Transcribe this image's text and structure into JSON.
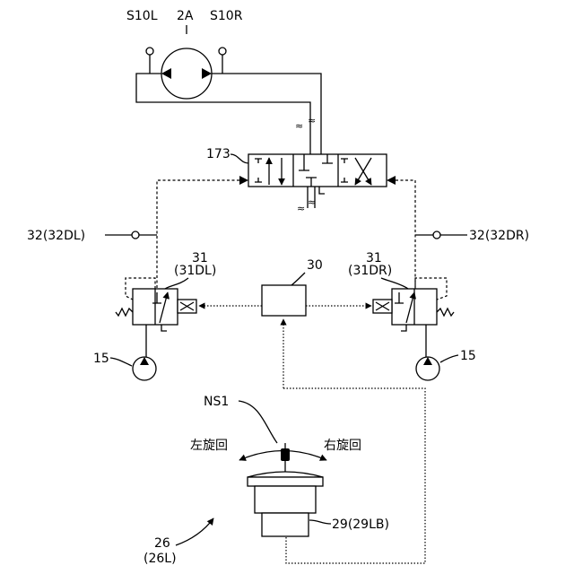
{
  "labels": {
    "s10l": "S10L",
    "motor": "2A",
    "s10r": "S10R",
    "valve_173": "173",
    "sensor_left": "32(32DL)",
    "sensor_right": "32(32DR)",
    "valve_left_num": "31",
    "valve_left_sub": "(31DL)",
    "valve_right_num": "31",
    "valve_right_sub": "(31DR)",
    "controller": "30",
    "pump_left": "15",
    "pump_right": "15",
    "ns1": "NS1",
    "turn_left": "左旋回",
    "turn_right": "右旋回",
    "lever_num": "29(29LB)",
    "device_num": "26",
    "device_sub": "(26L)"
  }
}
